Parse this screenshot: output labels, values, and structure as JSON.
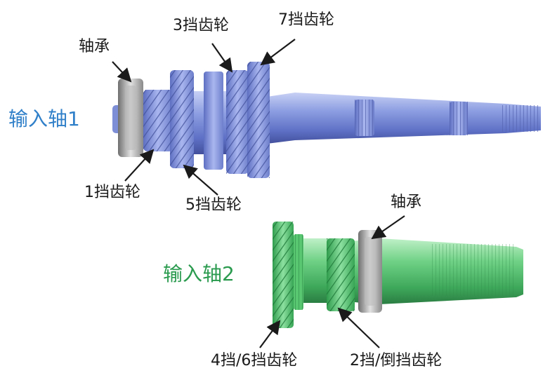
{
  "shaft1": {
    "title": "输入轴1",
    "body_color": "#7b8ed8",
    "gear_color": "#8c9fe6",
    "labels": {
      "bearing": "轴承",
      "gear1": "1挡齿轮",
      "gear3": "3挡齿轮",
      "gear5": "5挡齿轮",
      "gear7": "7挡齿轮"
    }
  },
  "shaft2": {
    "title": "输入轴2",
    "body_color": "#5cc274",
    "gear_color": "#3fb35a",
    "labels": {
      "bearing": "轴承",
      "gear46": "4挡/6挡齿轮",
      "gear2r": "2挡/倒挡齿轮"
    }
  },
  "colors": {
    "bearing": "#9a9a9a",
    "arrow": "#1a1a1a",
    "title1": "#2f7fc9",
    "title2": "#2a9b4f"
  }
}
